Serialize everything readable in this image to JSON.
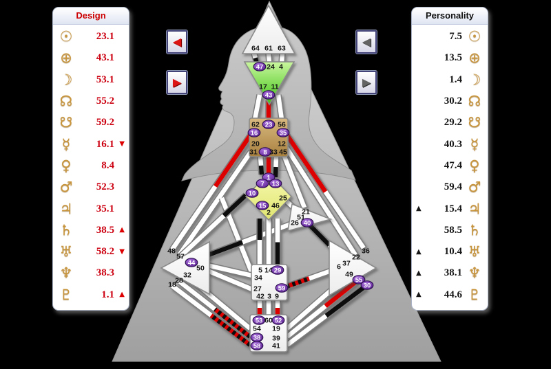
{
  "design_panel": {
    "title": "Design",
    "title_color": "#cc0000",
    "rows": [
      {
        "planet": "sun",
        "glyph": "☉",
        "value": "23.1",
        "arrow": ""
      },
      {
        "planet": "earth",
        "glyph": "⊕",
        "value": "43.1",
        "arrow": ""
      },
      {
        "planet": "moon",
        "glyph": "☽",
        "value": "53.1",
        "arrow": ""
      },
      {
        "planet": "north-node",
        "glyph": "☊",
        "value": "55.2",
        "arrow": ""
      },
      {
        "planet": "south-node",
        "glyph": "☋",
        "value": "59.2",
        "arrow": ""
      },
      {
        "planet": "mercury",
        "glyph": "☿",
        "value": "16.1",
        "arrow": "▼"
      },
      {
        "planet": "venus",
        "glyph": "♀",
        "value": "8.4",
        "arrow": ""
      },
      {
        "planet": "mars",
        "glyph": "♂",
        "value": "52.3",
        "arrow": ""
      },
      {
        "planet": "jupiter",
        "glyph": "♃",
        "value": "35.1",
        "arrow": ""
      },
      {
        "planet": "saturn",
        "glyph": "♄",
        "value": "38.5",
        "arrow": "▲"
      },
      {
        "planet": "uranus",
        "glyph": "♅",
        "value": "58.2",
        "arrow": "▼"
      },
      {
        "planet": "neptune",
        "glyph": "♆",
        "value": "38.3",
        "arrow": ""
      },
      {
        "planet": "pluto",
        "glyph": "♇",
        "value": "1.1",
        "arrow": "▲"
      }
    ]
  },
  "personality_panel": {
    "title": "Personality",
    "title_color": "#101010",
    "rows": [
      {
        "planet": "sun",
        "glyph": "☉",
        "value": "7.5",
        "arrow": ""
      },
      {
        "planet": "earth",
        "glyph": "⊕",
        "value": "13.5",
        "arrow": ""
      },
      {
        "planet": "moon",
        "glyph": "☽",
        "value": "1.4",
        "arrow": ""
      },
      {
        "planet": "north-node",
        "glyph": "☊",
        "value": "30.2",
        "arrow": ""
      },
      {
        "planet": "south-node",
        "glyph": "☋",
        "value": "29.2",
        "arrow": ""
      },
      {
        "planet": "mercury",
        "glyph": "☿",
        "value": "40.3",
        "arrow": ""
      },
      {
        "planet": "venus",
        "glyph": "♀",
        "value": "47.4",
        "arrow": ""
      },
      {
        "planet": "mars",
        "glyph": "♂",
        "value": "59.4",
        "arrow": ""
      },
      {
        "planet": "jupiter",
        "glyph": "♃",
        "value": "15.4",
        "arrow": "▲"
      },
      {
        "planet": "saturn",
        "glyph": "♄",
        "value": "58.5",
        "arrow": ""
      },
      {
        "planet": "uranus",
        "glyph": "♅",
        "value": "10.4",
        "arrow": "▲"
      },
      {
        "planet": "neptune",
        "glyph": "♆",
        "value": "38.1",
        "arrow": "▲"
      },
      {
        "planet": "pluto",
        "glyph": "♇",
        "value": "44.6",
        "arrow": "▲"
      }
    ]
  },
  "nav": {
    "prev_icon": "◀",
    "next_icon": "▶"
  },
  "bodygraph": {
    "centers": {
      "head": {
        "name": "Head",
        "fill": "white",
        "gates": [
          64,
          61,
          63
        ]
      },
      "ajna": {
        "name": "Ajna",
        "fill": "green",
        "gates": [
          47,
          24,
          4,
          17,
          11,
          43
        ]
      },
      "throat": {
        "name": "Throat",
        "fill": "brown",
        "gates": [
          62,
          23,
          56,
          16,
          35,
          20,
          12,
          31,
          8,
          33,
          45
        ]
      },
      "g-center": {
        "name": "G Center",
        "fill": "yellow",
        "gates": [
          1,
          7,
          13,
          10,
          25,
          15,
          46,
          2
        ]
      },
      "heart": {
        "name": "Heart",
        "fill": "white",
        "gates": [
          21,
          51,
          26,
          40
        ]
      },
      "spleen": {
        "name": "Spleen",
        "fill": "white",
        "gates": [
          48,
          57,
          44,
          50,
          32,
          28,
          18
        ]
      },
      "solar-plexus": {
        "name": "Solar Plexus",
        "fill": "white",
        "gates": [
          36,
          22,
          37,
          6,
          49,
          55,
          30
        ]
      },
      "sacral": {
        "name": "Sacral",
        "fill": "white",
        "gates": [
          5,
          14,
          29,
          34,
          27,
          59,
          42,
          3,
          9
        ]
      },
      "root": {
        "name": "Root",
        "fill": "white",
        "gates": [
          53,
          60,
          52,
          54,
          19,
          38,
          39,
          58,
          41
        ]
      }
    },
    "circled_gates": [
      1,
      7,
      8,
      10,
      13,
      15,
      16,
      23,
      29,
      30,
      35,
      38,
      40,
      43,
      44,
      47,
      52,
      53,
      55,
      58,
      59
    ],
    "activation_colors": {
      "design": "#dd0000",
      "personality": "#101010",
      "both": "striped-red-black"
    },
    "channel_states": {
      "64-47": "personality half near 47",
      "43-23": "design full",
      "16-48": "design half near 16",
      "10-57": "personality half near 10",
      "44-26": "personality half near 44",
      "31-7": "personality half near 7",
      "8-1": "design full",
      "33-13": "personality half near 13",
      "35-36": "design half near 35",
      "40-37": "personality half near 40",
      "15-5": "personality half near 15",
      "46-29": "personality half near 29",
      "59-6": "design+personality half near 59",
      "42-53": "design half near 53",
      "9-52": "design half near 52",
      "38-28": "design+personality half near 38",
      "58-18": "design+personality half near 58",
      "39-55": "design half near 55",
      "41-30": "personality half near 30"
    }
  }
}
